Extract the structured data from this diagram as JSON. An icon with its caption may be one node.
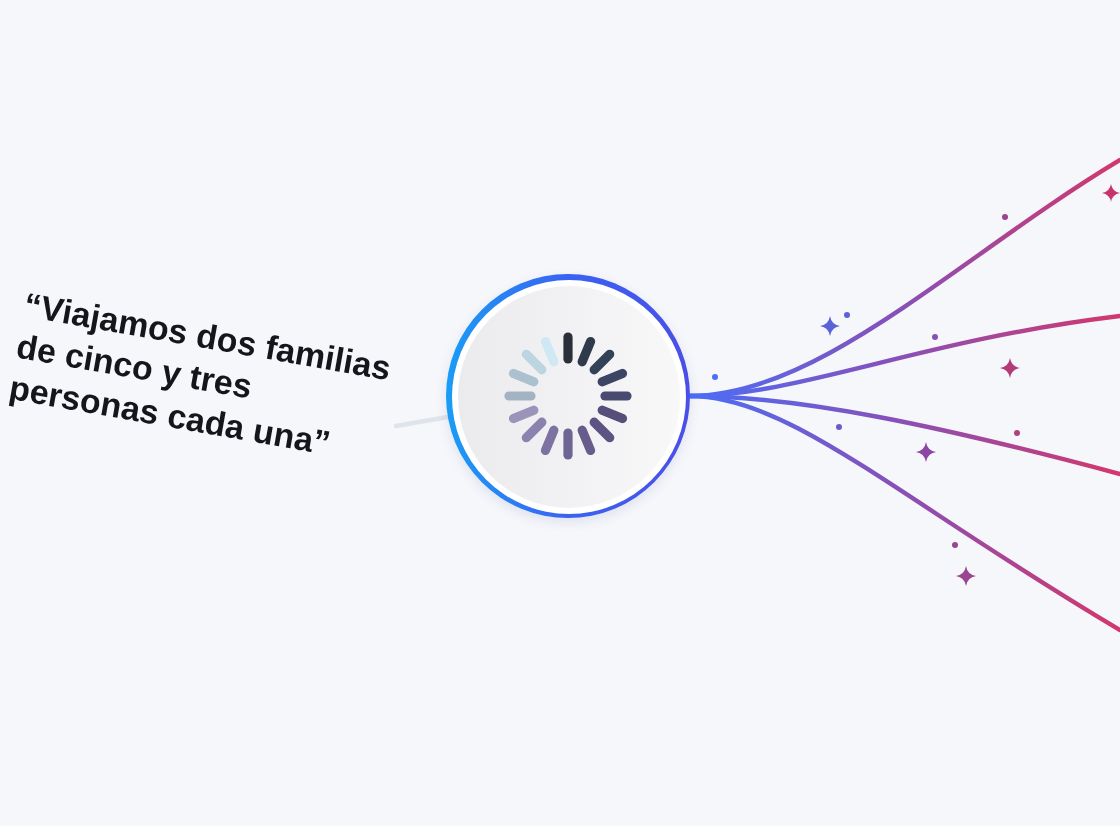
{
  "diagram": {
    "nodes": [
      {
        "text": [
          "“Viajamos dos familias de cinco y tres personas cada una”"
        ]
      },
      {
        "text": [],
        "shape": "circle"
      }
    ],
    "edges": [
      {
        "from": 0,
        "to": 1,
        "arrow": "none",
        "color": "#dfe3ec"
      },
      {
        "from": 1,
        "to": null,
        "arrow": "none"
      },
      {
        "from": 1,
        "to": null,
        "arrow": "none"
      },
      {
        "from": 1,
        "to": null,
        "arrow": "none"
      },
      {
        "from": 1,
        "to": null,
        "arrow": "none"
      }
    ]
  }
}
